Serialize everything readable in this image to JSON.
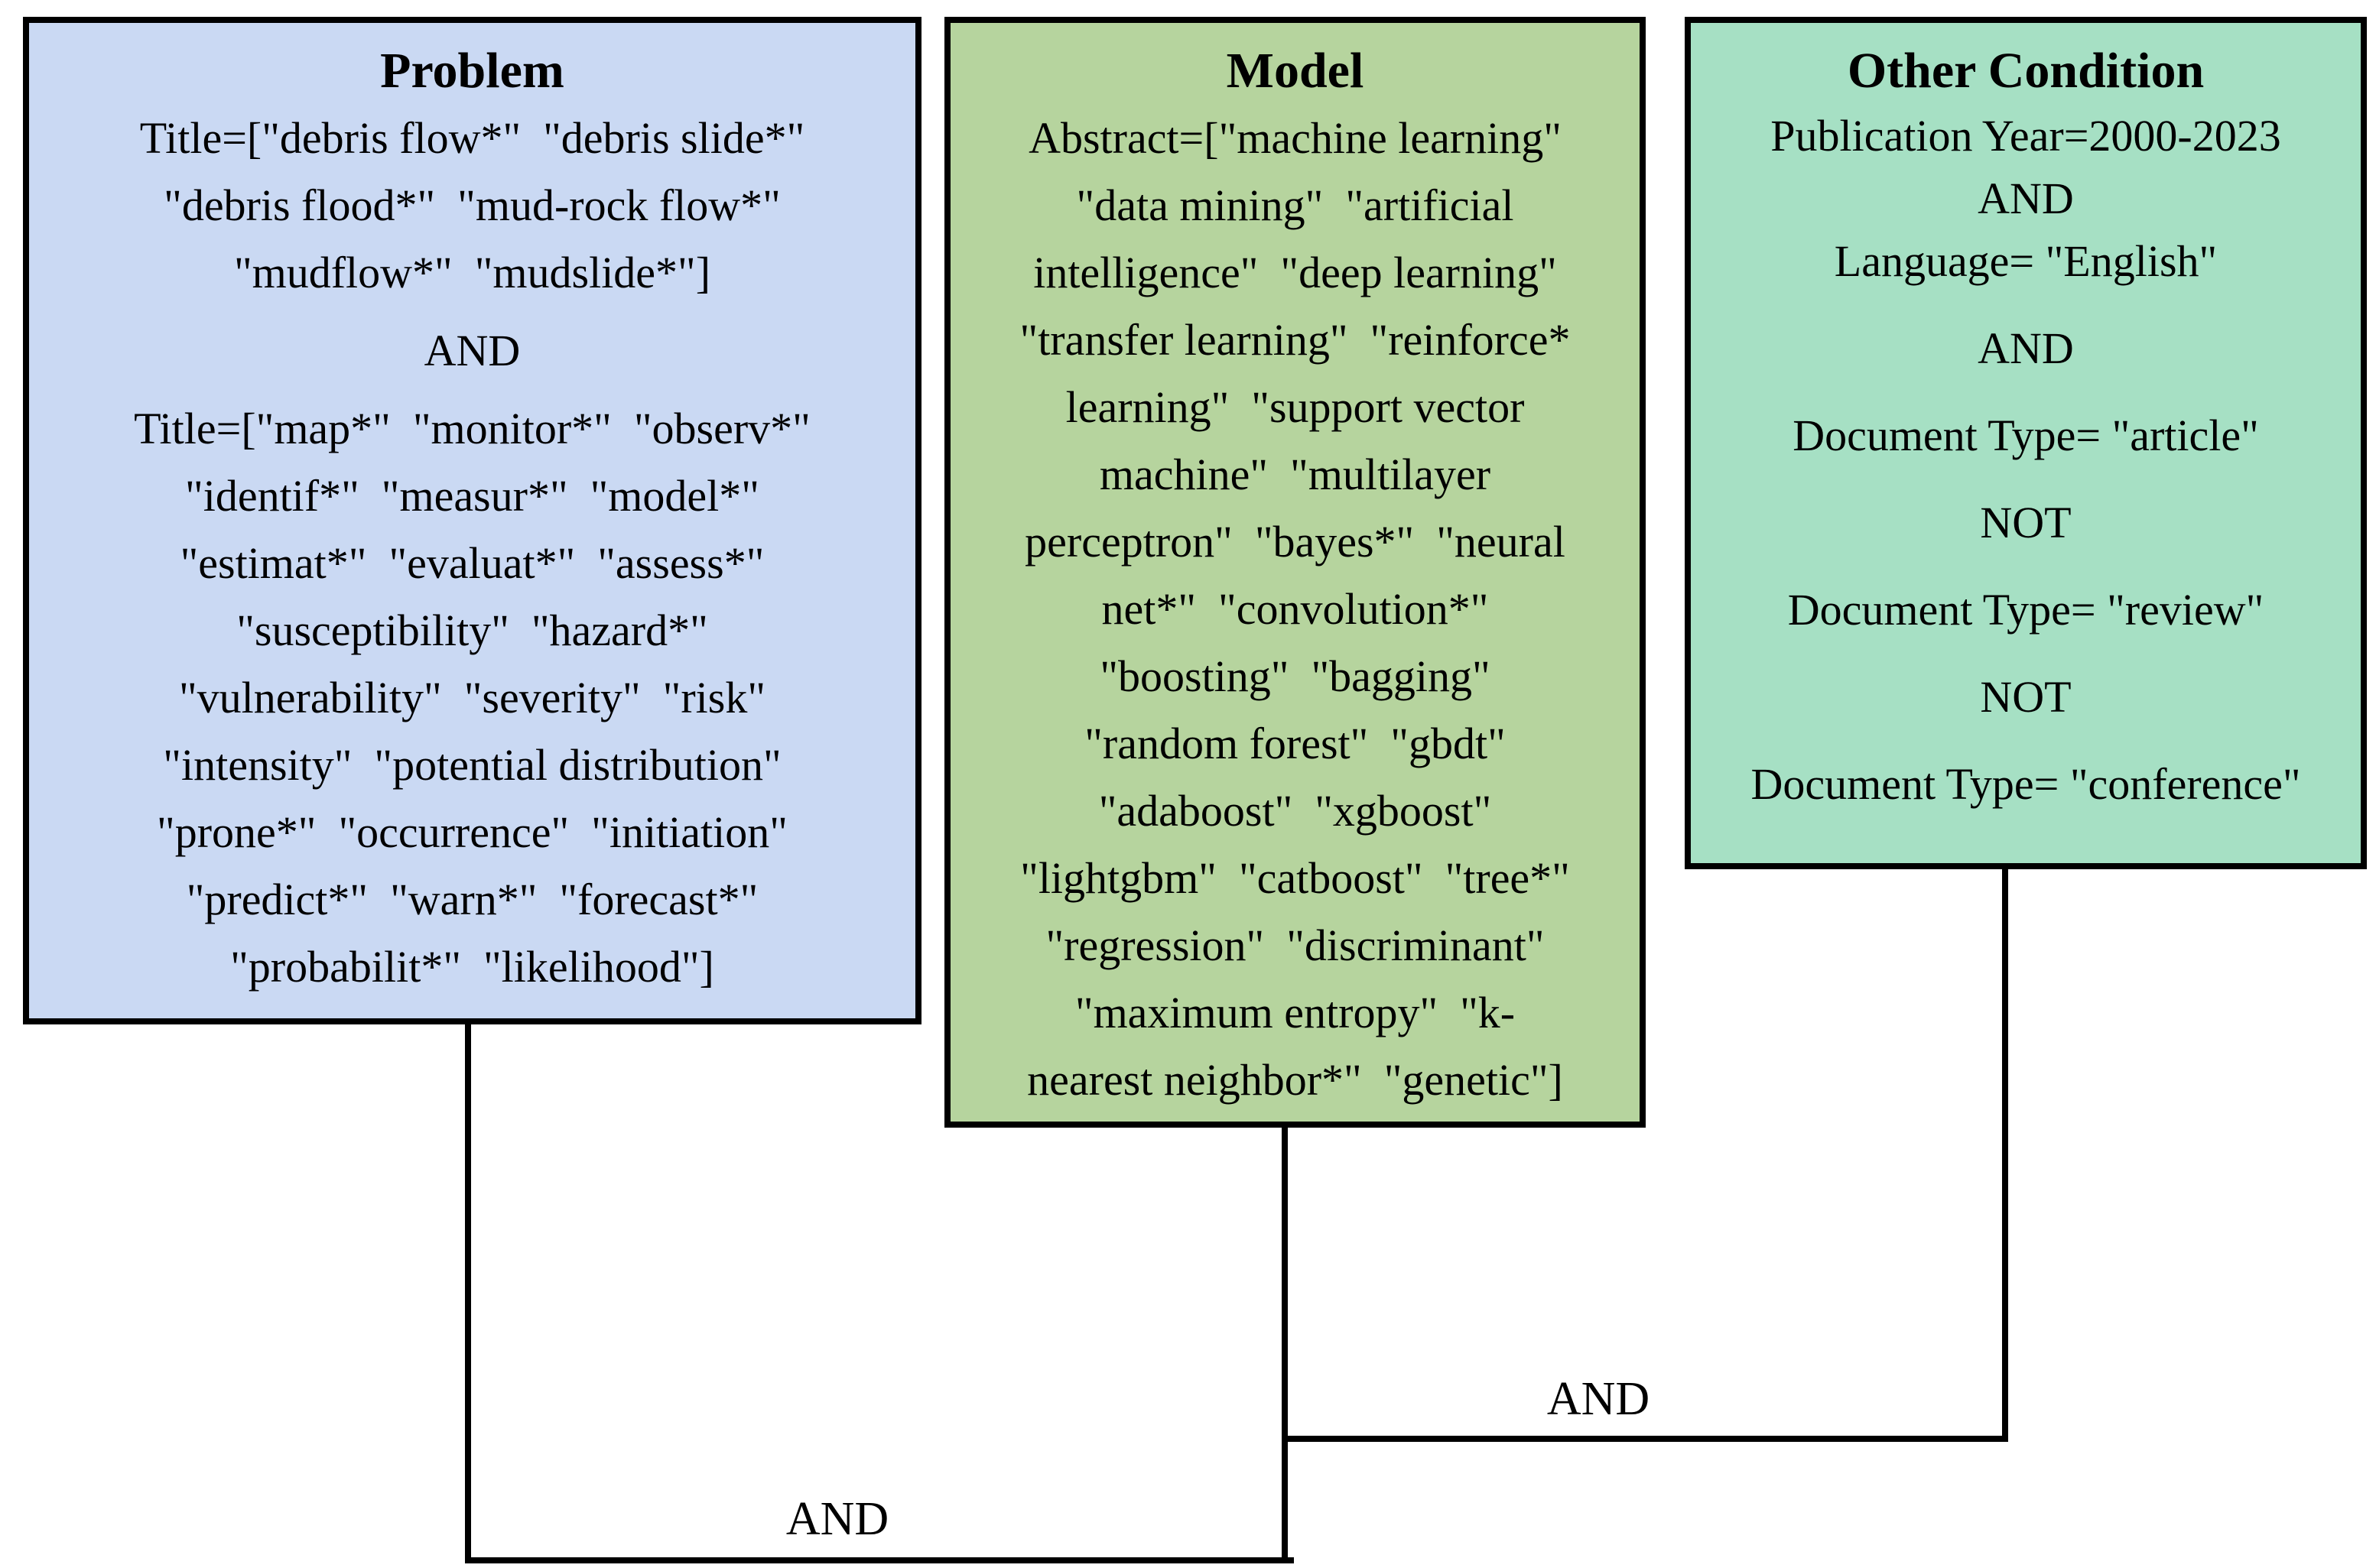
{
  "figure": {
    "background": "#ffffff",
    "border_color": "#000000",
    "text_color": "#000000"
  },
  "problem_box": {
    "title": "Problem",
    "fill": "#cad9f3",
    "lines": [
      {
        "kind": "t",
        "text": "Title=[\"debris flow*\"  \"debris slide*\""
      },
      {
        "kind": "t",
        "text": "\"debris flood*\"  \"mud-rock flow*\""
      },
      {
        "kind": "t",
        "text": "\"mudflow*\"  \"mudslide*\"]"
      },
      {
        "kind": "op",
        "text": "AND"
      },
      {
        "kind": "t",
        "text": "Title=[\"map*\"  \"monitor*\"  \"observ*\""
      },
      {
        "kind": "t",
        "text": "\"identif*\"  \"measur*\"  \"model*\""
      },
      {
        "kind": "t",
        "text": "\"estimat*\"  \"evaluat*\"  \"assess*\""
      },
      {
        "kind": "t",
        "text": "\"susceptibility\"  \"hazard*\""
      },
      {
        "kind": "t",
        "text": "\"vulnerability\"  \"severity\"  \"risk\""
      },
      {
        "kind": "t",
        "text": "\"intensity\"  \"potential distribution\""
      },
      {
        "kind": "t",
        "text": "\"prone*\"  \"occurrence\"  \"initiation\""
      },
      {
        "kind": "t",
        "text": "\"predict*\"  \"warn*\"  \"forecast*\""
      },
      {
        "kind": "t",
        "text": "\"probabilit*\"  \"likelihood\"]"
      }
    ]
  },
  "model_box": {
    "title": "Model",
    "fill": "#b6d49e",
    "lines": [
      {
        "kind": "t",
        "text": "Abstract=[\"machine learning\""
      },
      {
        "kind": "t",
        "text": "\"data mining\"  \"artificial"
      },
      {
        "kind": "t",
        "text": "intelligence\"  \"deep learning\""
      },
      {
        "kind": "t",
        "text": "\"transfer learning\"  \"reinforce*"
      },
      {
        "kind": "t",
        "text": "learning\"  \"support vector"
      },
      {
        "kind": "t",
        "text": "machine\"  \"multilayer"
      },
      {
        "kind": "t",
        "text": "perceptron\"  \"bayes*\"  \"neural"
      },
      {
        "kind": "t",
        "text": "net*\"  \"convolution*\""
      },
      {
        "kind": "t",
        "text": "\"boosting\"  \"bagging\""
      },
      {
        "kind": "t",
        "text": "\"random forest\"  \"gbdt\""
      },
      {
        "kind": "t",
        "text": "\"adaboost\"  \"xgboost\""
      },
      {
        "kind": "t",
        "text": "\"lightgbm\"  \"catboost\"  \"tree*\""
      },
      {
        "kind": "t",
        "text": "\"regression\"  \"discriminant\""
      },
      {
        "kind": "t",
        "text": "\"maximum entropy\"  \"k-"
      },
      {
        "kind": "t",
        "text": "nearest neighbor*\"  \"genetic\"]"
      }
    ]
  },
  "other_box": {
    "title": "Other Condition",
    "fill": "#a6e0c4",
    "lines": [
      {
        "kind": "t",
        "text": "Publication Year=2000-2023"
      },
      {
        "kind": "t",
        "text": "AND"
      },
      {
        "kind": "t",
        "text": "Language= \"English\""
      },
      {
        "kind": "op",
        "text": "AND"
      },
      {
        "kind": "t",
        "text": "Document Type= \"article\""
      },
      {
        "kind": "op",
        "text": "NOT"
      },
      {
        "kind": "t",
        "text": "Document Type= \"review\""
      },
      {
        "kind": "op",
        "text": "NOT"
      },
      {
        "kind": "t",
        "text": "Document Type= \"conference\""
      }
    ]
  },
  "connectors": {
    "and_bottom_label": "AND",
    "and_middle_label": "AND"
  }
}
